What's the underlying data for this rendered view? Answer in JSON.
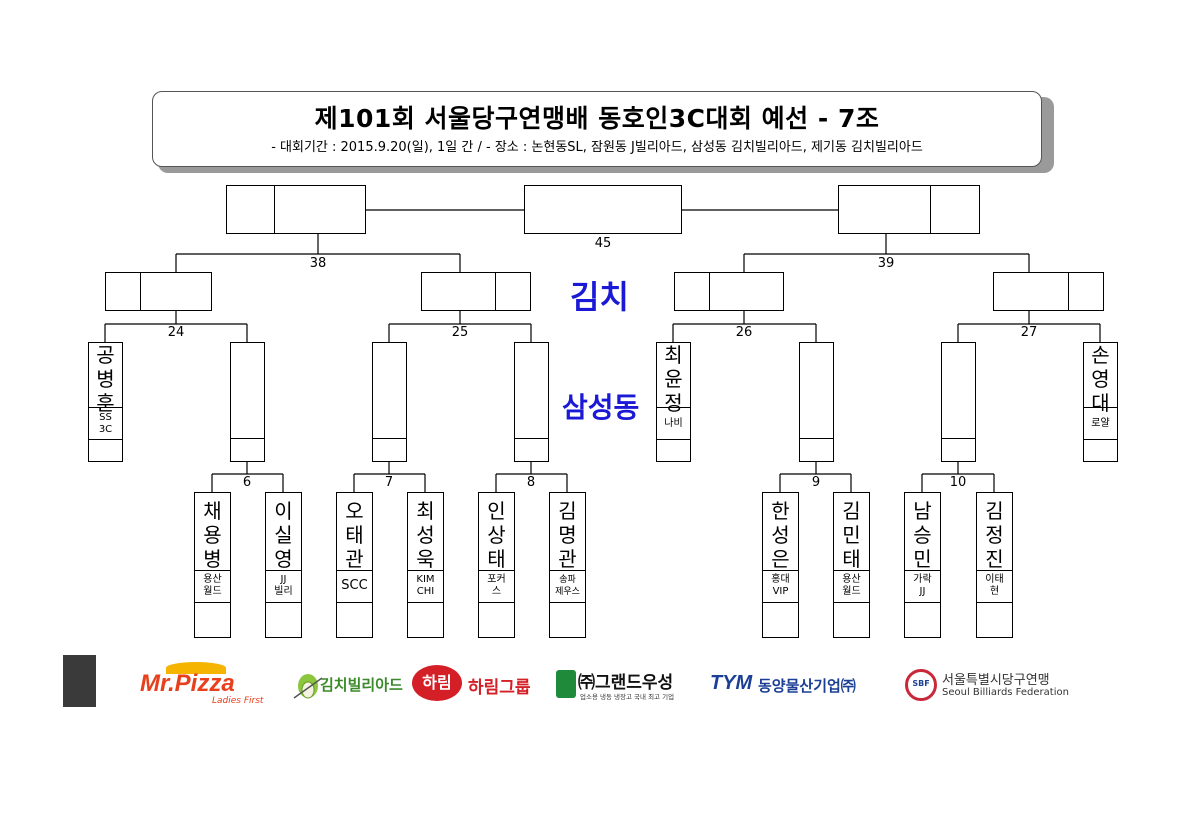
{
  "header": {
    "title": "제101회 서울당구연맹배 동호인3C대회 예선 - 7조",
    "subtitle": "- 대회기간 : 2015.9.20(일), 1일 간 / - 장소 : 논현동SL, 잠원동 J빌리아드, 삼성동 김치빌리아드, 제기동 김치빌리아드"
  },
  "venues": {
    "top": "김치",
    "middle": "삼성동"
  },
  "match_numbers": {
    "m45": "45",
    "m38": "38",
    "m39": "39",
    "m24": "24",
    "m25": "25",
    "m26": "26",
    "m27": "27",
    "m6": "6",
    "m7": "7",
    "m8": "8",
    "m9": "9",
    "m10": "10"
  },
  "players": {
    "p24": {
      "name": [
        "공",
        "병",
        "훈"
      ],
      "club": [
        "SS",
        "3C"
      ]
    },
    "p26": {
      "name": [
        "최",
        "윤",
        "정"
      ],
      "club": [
        "나비"
      ]
    },
    "p27": {
      "name": [
        "손",
        "영",
        "대"
      ],
      "club": [
        "로얄"
      ]
    },
    "p6a": {
      "name": [
        "채",
        "용",
        "병"
      ],
      "club": [
        "용산",
        "월드"
      ]
    },
    "p6b": {
      "name": [
        "이",
        "실",
        "영"
      ],
      "club": [
        "JJ",
        "빌리"
      ]
    },
    "p7a": {
      "name": [
        "오",
        "태",
        "관"
      ],
      "club": [
        "SCC"
      ]
    },
    "p7b": {
      "name": [
        "최",
        "성",
        "욱"
      ],
      "club": [
        "KIM",
        "CHI"
      ]
    },
    "p8a": {
      "name": [
        "인",
        "상",
        "태"
      ],
      "club": [
        "포커",
        "스"
      ]
    },
    "p8b": {
      "name": [
        "김",
        "명",
        "관"
      ],
      "club": [
        "송파",
        "제우스"
      ]
    },
    "p9a": {
      "name": [
        "한",
        "성",
        "은"
      ],
      "club": [
        "홍대",
        "VIP"
      ]
    },
    "p9b": {
      "name": [
        "김",
        "민",
        "태"
      ],
      "club": [
        "용산",
        "월드"
      ]
    },
    "p10a": {
      "name": [
        "남",
        "승",
        "민"
      ],
      "club": [
        "가락",
        "JJ"
      ]
    },
    "p10b": {
      "name": [
        "김",
        "정",
        "진"
      ],
      "club": [
        "이태",
        "현"
      ]
    }
  },
  "sponsors": {
    "mrpizza": "Mr.Pizza",
    "mrpizza_tag": "Ladies First",
    "kimchi": "김치빌리아드",
    "harim_badge": "하림",
    "harim": "하림그룹",
    "grand": "㈜그랜드우성",
    "grand_tag": "업소용 냉동 냉장고 국내 최고 기업",
    "tym_mark": "TYM",
    "tym": "동양물산기업㈜",
    "sbf_badge": "SBF",
    "sbf_ko": "서울특별시당구연맹",
    "sbf_en": "Seoul Billiards Federation"
  },
  "colors": {
    "venue": "#1a1ad6",
    "mrpizza": "#e8401c",
    "harim": "#d41f26",
    "grand": "#1f8a3a",
    "tym": "#1b3f95",
    "sbf": "#c8283a"
  }
}
